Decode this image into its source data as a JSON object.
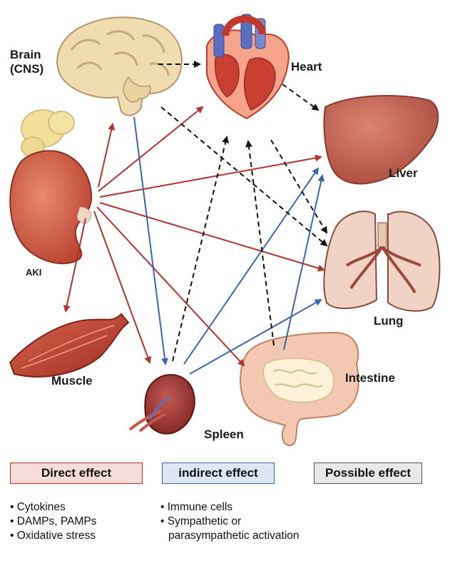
{
  "organs": {
    "brain": [
      "Brain",
      "(CNS)"
    ],
    "heart": "Heart",
    "liver": "Liver",
    "kidney": "AKI",
    "lung": "Lung",
    "muscle": "Muscle",
    "intestine": "Intestine",
    "spleen": "Spleen"
  },
  "legend": {
    "direct": {
      "label": "Direct effect",
      "color": "#b4322c",
      "items": [
        "Cytokines",
        "DAMPs, PAMPs",
        "Oxidative stress"
      ]
    },
    "indirect": {
      "label": "indirect effect",
      "color": "#3c64b0",
      "items": [
        "Immune cells",
        "Sympathetic or parasympathetic activation"
      ]
    },
    "possible": {
      "label": "Possible effect",
      "color": "#111111"
    }
  }
}
